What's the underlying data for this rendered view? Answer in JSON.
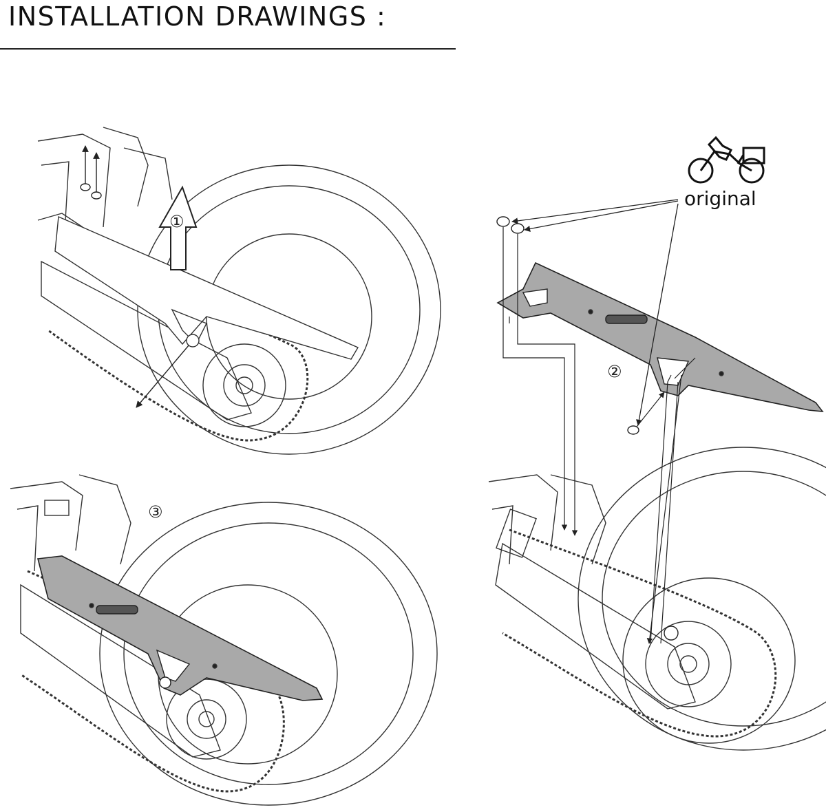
{
  "header": {
    "title": "INSTALLATION DRAWINGS :"
  },
  "steps": [
    {
      "label": "①"
    },
    {
      "label": "②"
    },
    {
      "label": "③"
    }
  ],
  "original_label": "original",
  "colors": {
    "line": "#222222",
    "guard_fill": "#a9a9a9",
    "stroke": "#333333"
  },
  "icons": [
    "screw-icon",
    "motorcycle-icon",
    "arrow-icon"
  ]
}
